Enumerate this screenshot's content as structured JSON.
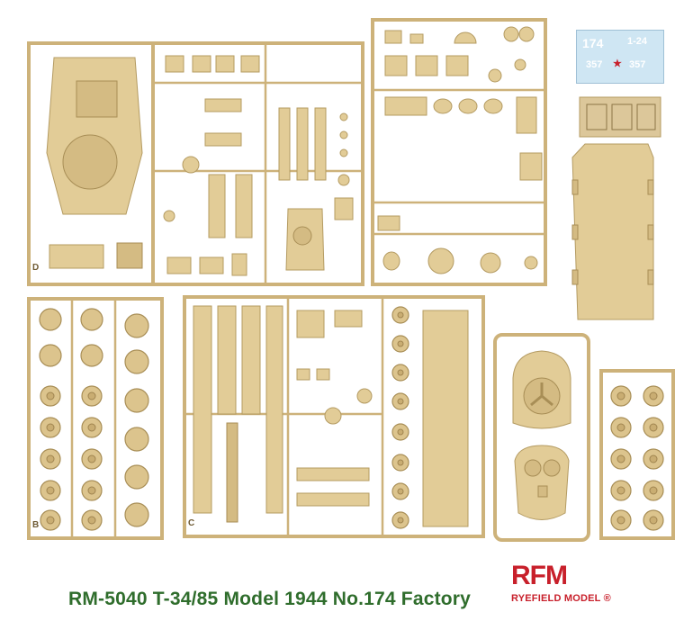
{
  "caption": {
    "title": "RM-5040 T-34/85 Model 1944 No.174 Factory"
  },
  "logo": {
    "mark": "RFM",
    "name": "RYEFIELD MODEL",
    "registered": "®"
  },
  "sprue_letters": {
    "top_left": "D",
    "bottom_left": "B",
    "bottom_middle": "C"
  },
  "decals": {
    "numbers": [
      "174",
      "1-24",
      "357",
      "357"
    ]
  },
  "colors": {
    "plastic": "#e2cc97",
    "caption_green": "#2f6d2c",
    "logo_red": "#c8202b",
    "decal_blue": "#cfe6f3"
  }
}
